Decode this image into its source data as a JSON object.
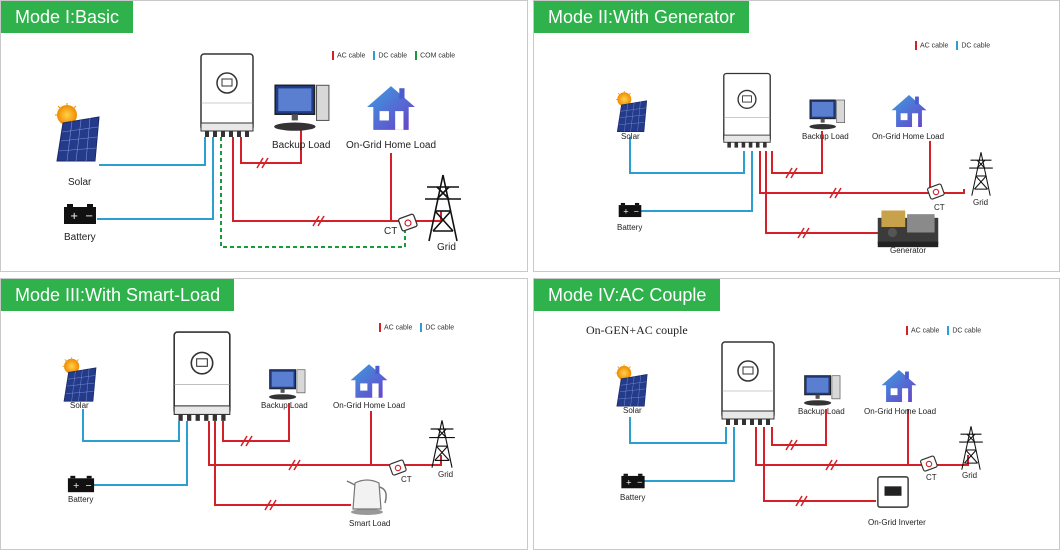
{
  "colors": {
    "ac_cable": "#d42028",
    "dc_cable": "#2b9fd0",
    "com_cable": "#1a9a3a",
    "banner": "#2fb24c"
  },
  "legend": {
    "ac": "AC cable",
    "dc": "DC cable",
    "com": "COM cable"
  },
  "panels": [
    {
      "title": "Mode I:Basic",
      "labels": {
        "solar": "Solar",
        "battery": "Battery",
        "backup": "Backup Load",
        "home": "On-Grid Home Load",
        "ct": "CT",
        "grid": "Grid"
      }
    },
    {
      "title": "Mode II:With Generator",
      "labels": {
        "solar": "Solar",
        "battery": "Battery",
        "backup": "Backup Load",
        "home": "On-Grid Home Load",
        "ct": "CT",
        "grid": "Grid",
        "generator": "Generator"
      }
    },
    {
      "title": "Mode III:With Smart-Load",
      "labels": {
        "solar": "Solar",
        "battery": "Battery",
        "backup": "Backup Load",
        "home": "On-Grid Home Load",
        "ct": "CT",
        "grid": "Grid",
        "smart": "Smart Load"
      }
    },
    {
      "title": "Mode IV:AC Couple",
      "subtitle": "On-GEN+AC couple",
      "labels": {
        "solar": "Solar",
        "battery": "Battery",
        "backup": "Backup Load",
        "home": "On-Grid Home Load",
        "ct": "CT",
        "grid": "Grid",
        "inverter": "On-Grid Inverter"
      }
    }
  ]
}
